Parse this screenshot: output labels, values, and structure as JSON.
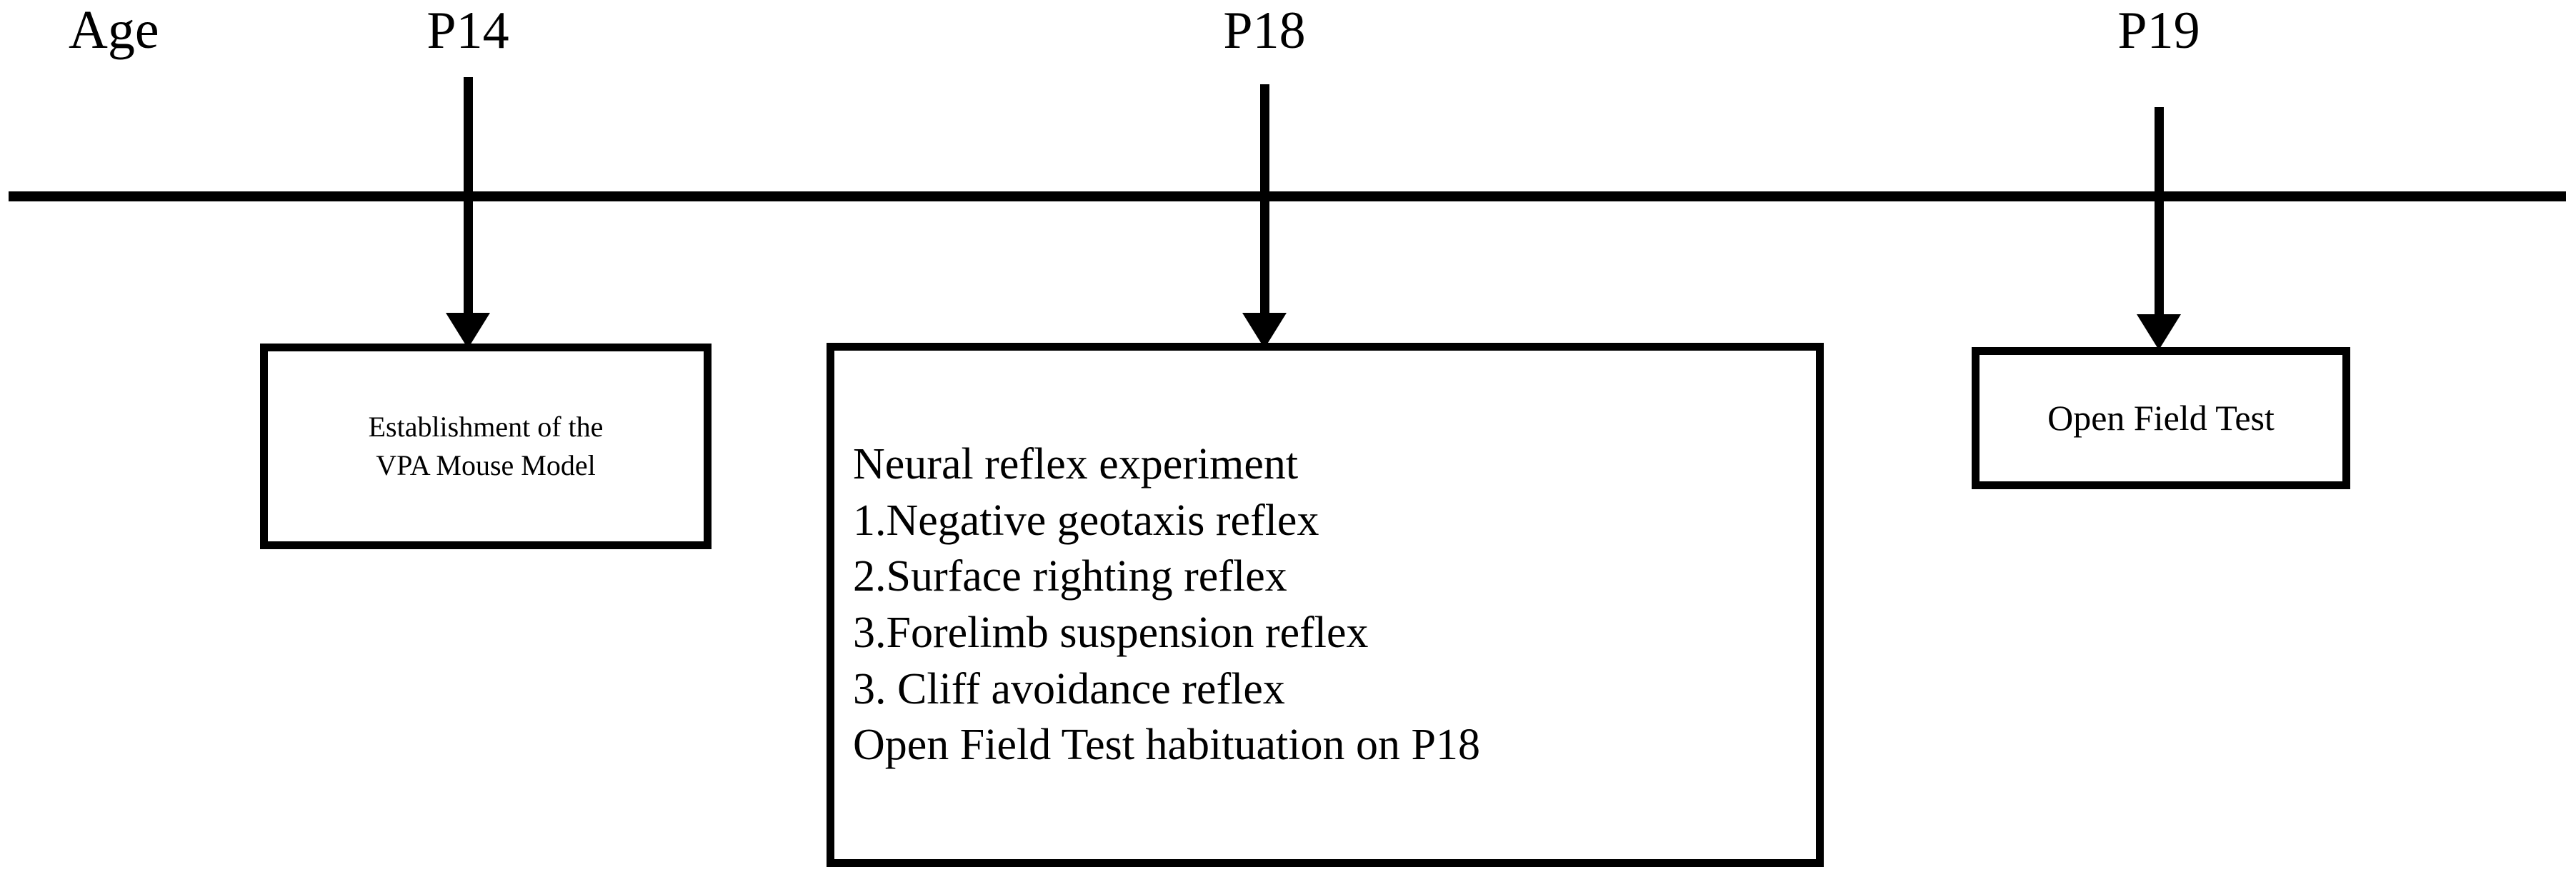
{
  "diagram": {
    "type": "experimental-timeline",
    "axis_label": "Age",
    "timepoints": [
      {
        "id": "p14",
        "label": "P14"
      },
      {
        "id": "p18",
        "label": "P18"
      },
      {
        "id": "p19",
        "label": "P19"
      }
    ],
    "boxes": {
      "model": {
        "timepoint": "P14",
        "lines": [
          "Establishment of the",
          "VPA Mouse Model"
        ]
      },
      "neural": {
        "timepoint": "P18",
        "lines": [
          "Neural reflex experiment",
          "1.Negative geotaxis reflex",
          "2.Surface righting reflex",
          "3.Forelimb suspension reflex",
          "3. Cliff avoidance reflex",
          "Open Field Test habituation on P18"
        ]
      },
      "oft": {
        "timepoint": "P19",
        "lines": [
          "Open Field Test"
        ]
      }
    },
    "colors": {
      "stroke": "#000000",
      "background": "#ffffff",
      "text": "#000000"
    }
  }
}
